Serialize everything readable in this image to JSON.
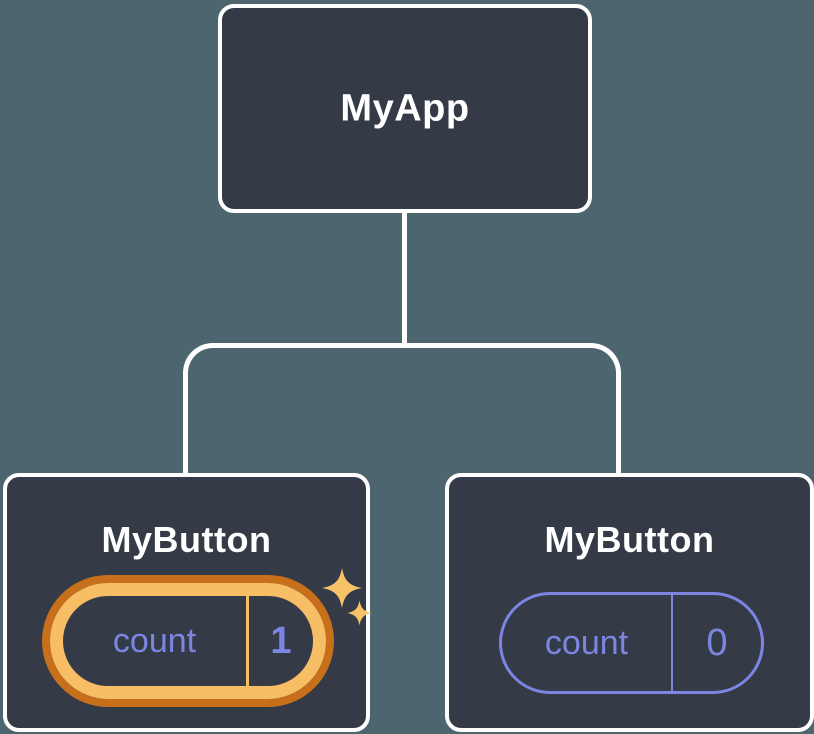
{
  "diagram": {
    "title": "component-state-tree",
    "background_color": "#4D656E",
    "node_fill_color": "#343A46",
    "line_color": "#FFFFFF",
    "state_accent_color": "#7C86E2",
    "highlight_outline_light": "#F8BE66",
    "highlight_outline_dark": "#C76F1A",
    "sparkle_color": "#F6C36B",
    "root": {
      "label": "MyApp"
    },
    "children": [
      {
        "label": "MyButton",
        "state_name": "count",
        "state_value": "1",
        "highlighted": true
      },
      {
        "label": "MyButton",
        "state_name": "count",
        "state_value": "0",
        "highlighted": false
      }
    ],
    "icons": [
      {
        "name": "sparkle-large-icon",
        "glyph": "✦"
      },
      {
        "name": "sparkle-small-icon",
        "glyph": "✦"
      }
    ]
  }
}
